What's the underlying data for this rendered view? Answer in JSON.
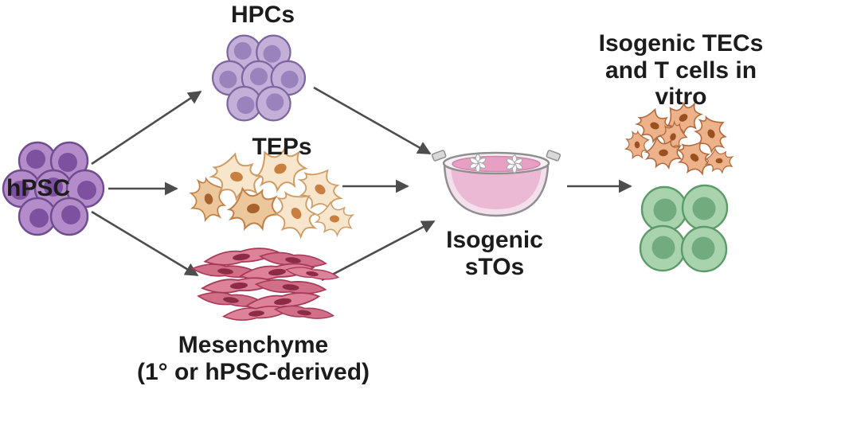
{
  "figure": {
    "description": "Workflow diagram: hPSC differentiated into HPCs, TEPs and mesenchyme, combined into isogenic sTOs in a culture dish, yielding isogenic TECs and T cells in vitro"
  },
  "labels": {
    "hpsc": "hPSC",
    "hpcs": "HPCs",
    "teps": "TEPs",
    "mesenchyme": "Mesenchyme\n(1° or hPSC-derived)",
    "isogenic_stos": "Isogenic\nsTOs",
    "isogenic_tecs": "Isogenic TECs\nand T cells in vitro"
  },
  "illustrations": {
    "hpsc_cluster": "purple-stem-cell-cluster-icon",
    "hpcs_cluster": "light-purple-progenitor-cell-cluster-icon",
    "teps_cells": "tan-star-shaped-epithelial-progenitor-cells-icon",
    "mesenchyme_cells": "pink-spindle-shaped-mesenchyme-cells-icon",
    "dish": "organoid-culture-dish-with-two-white-organoids-icon",
    "tecs_cells": "orange-star-shaped-thymic-epithelial-cells-icon",
    "t_cells": "green-round-t-cell-cluster-icon"
  },
  "colors": {
    "background": "#ffffff",
    "text": "#1c1c1c",
    "arrow": "#4d4d4d",
    "hpsc_body": "#b48cc9",
    "hpsc_nucleus": "#7d519f",
    "hpsc_outline": "#6f4c90",
    "hpc_body": "#c3afd8",
    "hpc_nucleus": "#9a82bc",
    "hpc_outline": "#7c66a0",
    "tep_body": "#f7e6cb",
    "tep_body_dark": "#ecc79c",
    "tep_outline": "#cf9c66",
    "tep_nucleus": "#c9803f",
    "mesenchyme_body": "#dd8298",
    "mesenchyme_outline": "#a63a57",
    "mesenchyme_nucleus": "#8d2b46",
    "dish_medium": "#e79fc3",
    "dish_outline": "#8f8f8f",
    "organoid": "#ffffff",
    "tec_body": "#eeb28a",
    "tec_outline": "#b06a3e",
    "tec_nucleus": "#9a5120",
    "tcell_body": "#a8d3ad",
    "tcell_nucleus": "#72ab7e",
    "tcell_outline": "#5d9a69"
  }
}
